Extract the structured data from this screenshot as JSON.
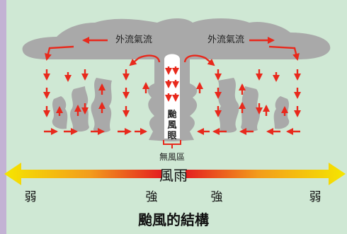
{
  "diagram": {
    "outflow_label_left": "外流氣流",
    "outflow_label_right": "外流氣流",
    "eye_label": [
      "颱",
      "風",
      "眼"
    ],
    "calm_zone_label": "無風區",
    "wind_rain_label": "風雨",
    "strength_labels": [
      "弱",
      "強",
      "強",
      "弱"
    ],
    "title": "颱風的結構"
  },
  "colors": {
    "background": "#cfe8d4",
    "cloud": "#a9a9a9",
    "arrow": "#e8291c",
    "gradient_weak": "#f5e600",
    "gradient_mid": "#f39b1c",
    "gradient_strong": "#e41f1f",
    "text": "#222222"
  }
}
